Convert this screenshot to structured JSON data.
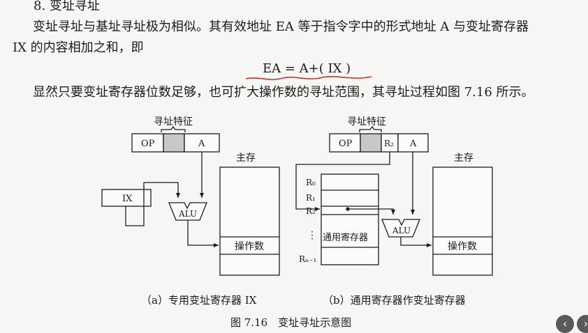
{
  "section": {
    "heading": "8. 变址寻址",
    "para1_line1": "变址寻址与基址寻址极为相似。其有效地址 EA 等于指令字中的形式地址 A 与变址寄存器",
    "para1_line2": "IX 的内容相加之和，即",
    "formula": "EA = A+( IX )",
    "para2": "显然只要变址寄存器位数足够，也可扩大操作数的寻址范围，其寻址过程如图 7.16 所示。"
  },
  "diagram_a": {
    "addressing_feature": "寻址特征",
    "op": "OP",
    "a_field": "A",
    "main_memory": "主存",
    "ix": "IX",
    "alu": "ALU",
    "operand": "操作数",
    "caption": "（a）专用变址寄存器 IX"
  },
  "diagram_b": {
    "addressing_feature": "寻址特征",
    "op": "OP",
    "r2_field": "R₂",
    "a_field": "A",
    "main_memory": "主存",
    "reg_r0": "R₀",
    "reg_r1": "R₁",
    "reg_r2": "R₂",
    "reg_dots": "⋮",
    "reg_rn1": "Rₙ₋₁",
    "register_file": "通用寄存器",
    "alu": "ALU",
    "operand": "操作数",
    "caption": "（b）通用寄存器作变址寄存器"
  },
  "figure_caption": "图 7.16　变址寻址示意图",
  "navigation": {
    "prev": "‹",
    "next": "›"
  }
}
